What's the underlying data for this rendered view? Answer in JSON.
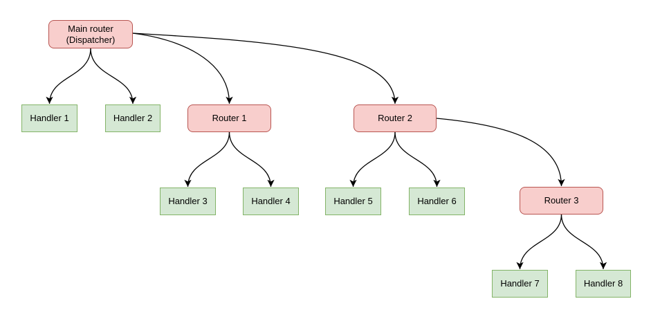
{
  "diagram": {
    "type": "tree",
    "background_color": "#ffffff",
    "edge_color": "#000000",
    "node_styles": {
      "router": {
        "fill": "#f8cecc",
        "stroke": "#b85450",
        "shape": "rounded-rectangle"
      },
      "handler": {
        "fill": "#d5e8d4",
        "stroke": "#82b366",
        "shape": "rectangle"
      }
    },
    "nodes": [
      {
        "id": "main-router",
        "type": "router",
        "label": "Main router\n(Dispatcher)"
      },
      {
        "id": "handler-1",
        "type": "handler",
        "label": "Handler 1"
      },
      {
        "id": "handler-2",
        "type": "handler",
        "label": "Handler 2"
      },
      {
        "id": "router-1",
        "type": "router",
        "label": "Router 1"
      },
      {
        "id": "router-2",
        "type": "router",
        "label": "Router 2"
      },
      {
        "id": "handler-3",
        "type": "handler",
        "label": "Handler 3"
      },
      {
        "id": "handler-4",
        "type": "handler",
        "label": "Handler 4"
      },
      {
        "id": "handler-5",
        "type": "handler",
        "label": "Handler 5"
      },
      {
        "id": "handler-6",
        "type": "handler",
        "label": "Handler 6"
      },
      {
        "id": "router-3",
        "type": "router",
        "label": "Router 3"
      },
      {
        "id": "handler-7",
        "type": "handler",
        "label": "Handler 7"
      },
      {
        "id": "handler-8",
        "type": "handler",
        "label": "Handler 8"
      }
    ],
    "edges": [
      {
        "from": "main-router",
        "to": "handler-1"
      },
      {
        "from": "main-router",
        "to": "handler-2"
      },
      {
        "from": "main-router",
        "to": "router-1"
      },
      {
        "from": "main-router",
        "to": "router-2"
      },
      {
        "from": "router-1",
        "to": "handler-3"
      },
      {
        "from": "router-1",
        "to": "handler-4"
      },
      {
        "from": "router-2",
        "to": "handler-5"
      },
      {
        "from": "router-2",
        "to": "handler-6"
      },
      {
        "from": "router-2",
        "to": "router-3"
      },
      {
        "from": "router-3",
        "to": "handler-7"
      },
      {
        "from": "router-3",
        "to": "handler-8"
      }
    ]
  }
}
